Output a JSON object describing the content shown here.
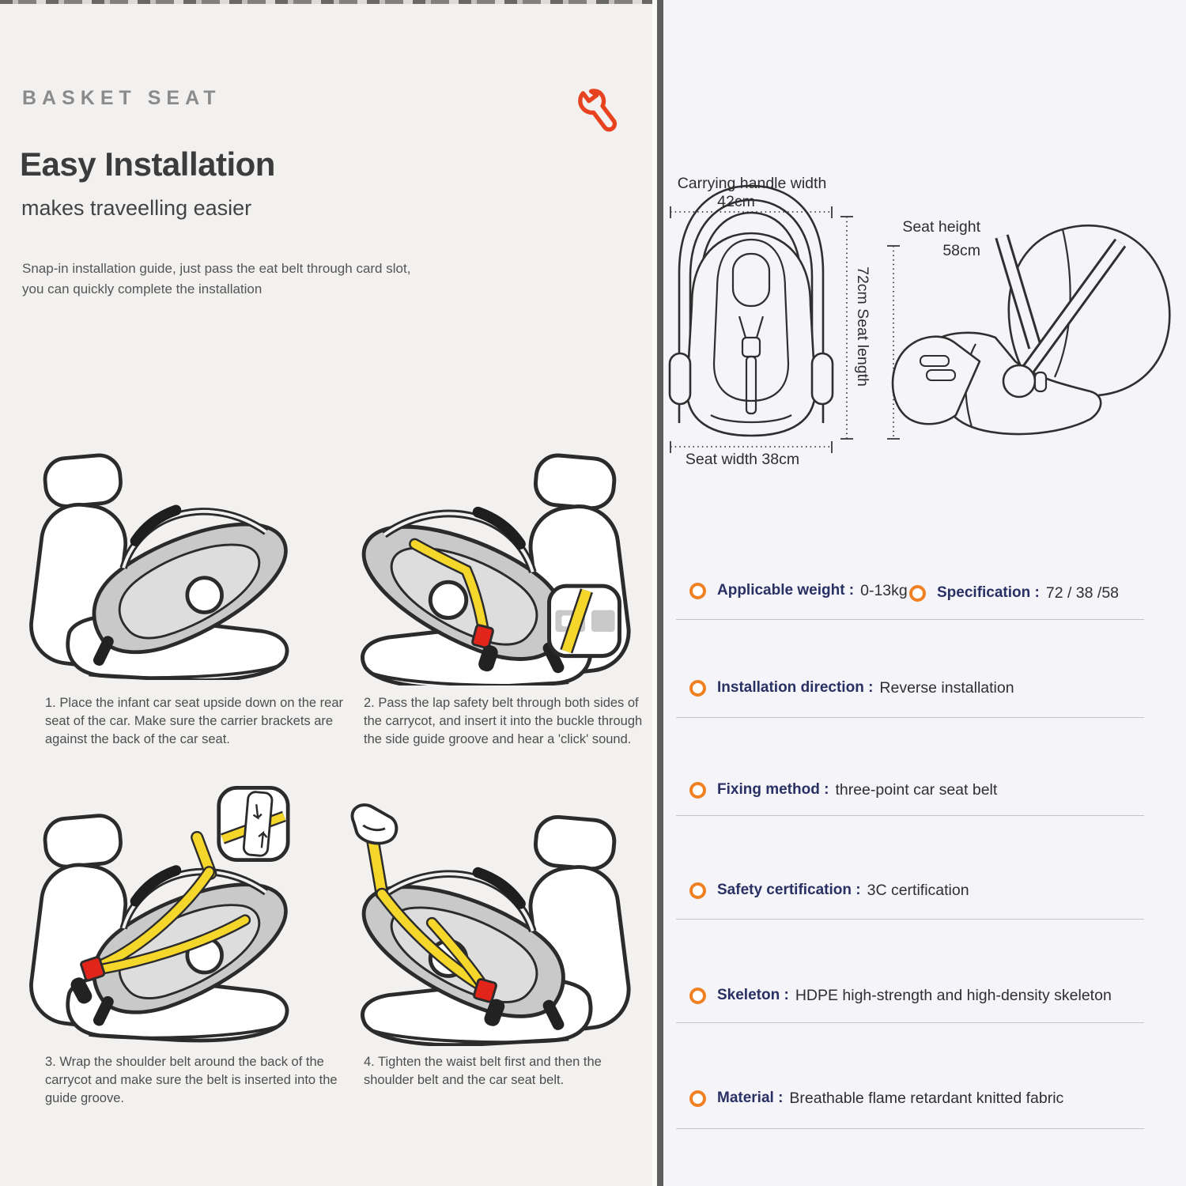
{
  "colors": {
    "accent_orange": "#f08122",
    "wrench_red": "#e8431f",
    "navy": "#283064",
    "belt_yellow": "#f5d62a",
    "buckle_red": "#e1251b",
    "left_bg": "#f2f1ef",
    "right_bg": "#f5f4f8",
    "divider_bar": "#5e5e5e"
  },
  "left": {
    "brand": "BASKET SEAT",
    "title": "Easy Installation",
    "subtitle": "makes traveelling easier",
    "description": "Snap-in installation guide, just pass the eat belt through card slot,\nyou can quickly complete the installation",
    "steps": [
      "1. Place the infant car seat upside down on the rear seat of the car. Make sure the carrier brackets are against the back of the car seat.",
      "2. Pass the lap safety belt through both sides of the carrycot, and insert it into the buckle through the side guide groove and hear a 'click' sound.",
      "3. Wrap the shoulder belt around the back of the carrycot and make sure the belt is inserted into the guide groove.",
      "4. Tighten the waist belt first and then the shoulder belt and the car seat belt."
    ]
  },
  "right": {
    "dimensions": {
      "handle_width_label": "Carrying handle width",
      "handle_width_value": "42cm",
      "seat_length_label": "72cm Seat length",
      "seat_width_label": "Seat width 38cm",
      "seat_height_label": "Seat height",
      "seat_height_value": "58cm"
    },
    "specs": [
      {
        "label": "Applicable weight :",
        "value": "0-13kg"
      },
      {
        "label": "Specification :",
        "value": "72 / 38 /58"
      },
      {
        "label": "Installation direction :",
        "value": "Reverse installation"
      },
      {
        "label": "Fixing method :",
        "value": "three-point car seat belt"
      },
      {
        "label": "Safety certification :",
        "value": "3C certification"
      },
      {
        "label": "Skeleton :",
        "value": "HDPE high-strength and high-density skeleton"
      },
      {
        "label": "Material :",
        "value": "Breathable flame retardant knitted fabric"
      }
    ]
  }
}
